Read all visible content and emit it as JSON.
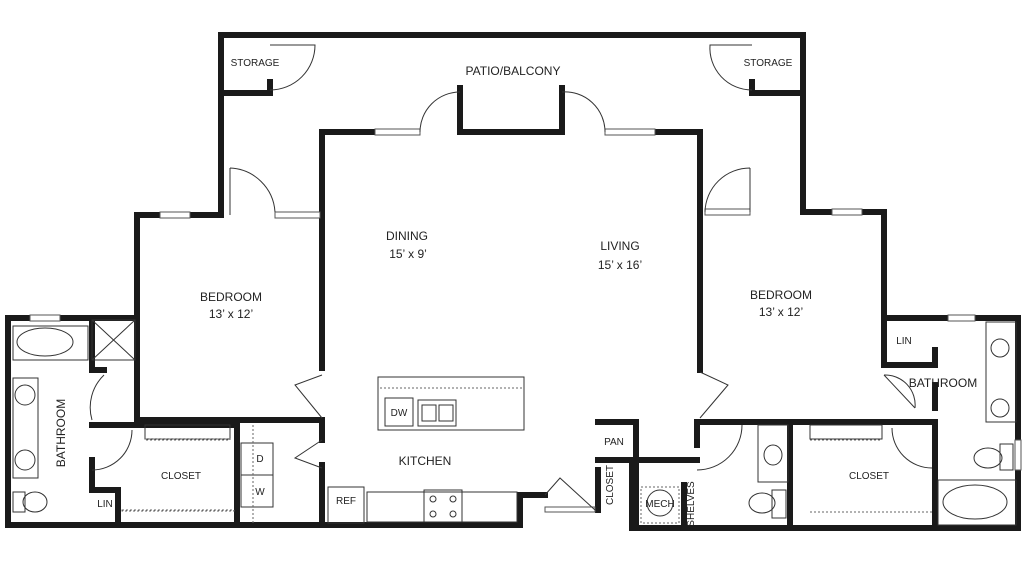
{
  "rooms": {
    "storage_left": "STORAGE",
    "storage_right": "STORAGE",
    "patio": "PATIO/BALCONY",
    "dining": "DINING",
    "dining_size": "15’ x 9’",
    "living": "LIVING",
    "living_size": "15’ x 16’",
    "bedroom_left": "BEDROOM",
    "bedroom_left_size": "13’ x 12’",
    "bedroom_right": "BEDROOM",
    "bedroom_right_size": "13’ x 12’",
    "bathroom_left": "BATHROOM",
    "bathroom_right": "BATHROOM",
    "closet_left": "CLOSET",
    "closet_right": "CLOSET",
    "closet_hall": "CLOSET",
    "dryer": "D",
    "washer": "W",
    "lin_left": "LIN",
    "lin_right": "LIN",
    "kitchen": "KITCHEN",
    "ref": "REF",
    "dw": "DW",
    "pantry": "PAN",
    "mech": "MECH",
    "shelves": "SHELVES"
  },
  "colors": {
    "wall": "#1a1a1a",
    "background": "#ffffff"
  }
}
